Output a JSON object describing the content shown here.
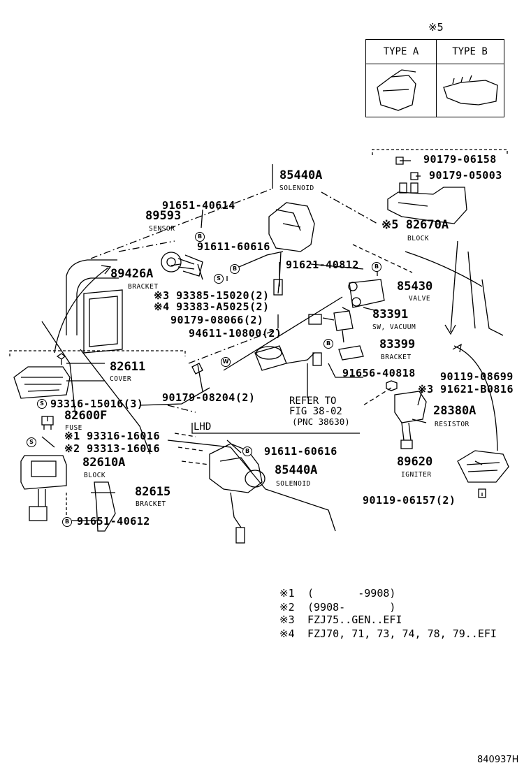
{
  "header": {
    "note_mark": "※5",
    "type_a": "TYPE  A",
    "type_b": "TYPE  B"
  },
  "parts": {
    "p85440a_top": "85440A",
    "solenoid_top": "SOLENOID",
    "p91651_40614": "91651-40614",
    "p89593": "89593",
    "sensor": "SENSOR",
    "p91611_60616_top": "91611-60616",
    "p89426a": "89426A",
    "bracket_89426a": "BRACKET",
    "p91621_40812": "91621-40812",
    "p85430": "85430",
    "valve": "VALVE",
    "n3_93385": "※3  93385-15020(2)",
    "n4_93383": "※4  93383-A5025(2)",
    "p90179_08066": "90179-08066(2)",
    "p83391": "83391",
    "sw_vacuum": "SW, VACUUM",
    "p94611_10800": "94611-10800(2)",
    "p83399": "83399",
    "bracket_83399": "BRACKET",
    "p91656_40818": "91656-40818",
    "p90179_06158": "90179-06158",
    "p90179_05003": "90179-05003",
    "n5_82670a": "※5  82670A",
    "block_82670a": "BLOCK",
    "p82611": "82611",
    "cover": "COVER",
    "p93316_15016": "93316-15016(3)",
    "p82600f": "82600F",
    "fuse": "FUSE",
    "n1_93316_16016": "※1 93316-16016",
    "n2_93313_16016": "※2 93313-16016",
    "p82610a": "82610A",
    "block_82610a": "BLOCK",
    "p82615": "82615",
    "bracket_82615": "BRACKET",
    "p91651_40612": "91651-40612",
    "p90179_08204": "90179-08204(2)",
    "refer_1": "REFER TO",
    "refer_2": "FIG 38-02",
    "refer_3": "(PNC 38630)",
    "lhd": "LHD",
    "p91611_60616_lhd": "91611-60616",
    "p85440a_lhd": "85440A",
    "solenoid_lhd": "SOLENOID",
    "p90119_08699": "90119-08699",
    "n3_91621_b0816": "※3  91621-B0816",
    "p28380a": "28380A",
    "resistor": "RESISTOR",
    "p89620": "89620",
    "igniter": "IGNITER",
    "p90119_06157": "90119-06157(2)"
  },
  "symbols": {
    "bolt_b": "B",
    "screw_s": "S",
    "washer_w": "W"
  },
  "notes": [
    {
      "mark": "※1",
      "text": "(       -9908)"
    },
    {
      "mark": "※2",
      "text": "(9908-       )"
    },
    {
      "mark": "※3",
      "text": "FZJ75..GEN..EFI"
    },
    {
      "mark": "※4",
      "text": "FZJ70, 71, 73, 74, 78, 79..EFI"
    }
  ],
  "figure_id": "840937H"
}
